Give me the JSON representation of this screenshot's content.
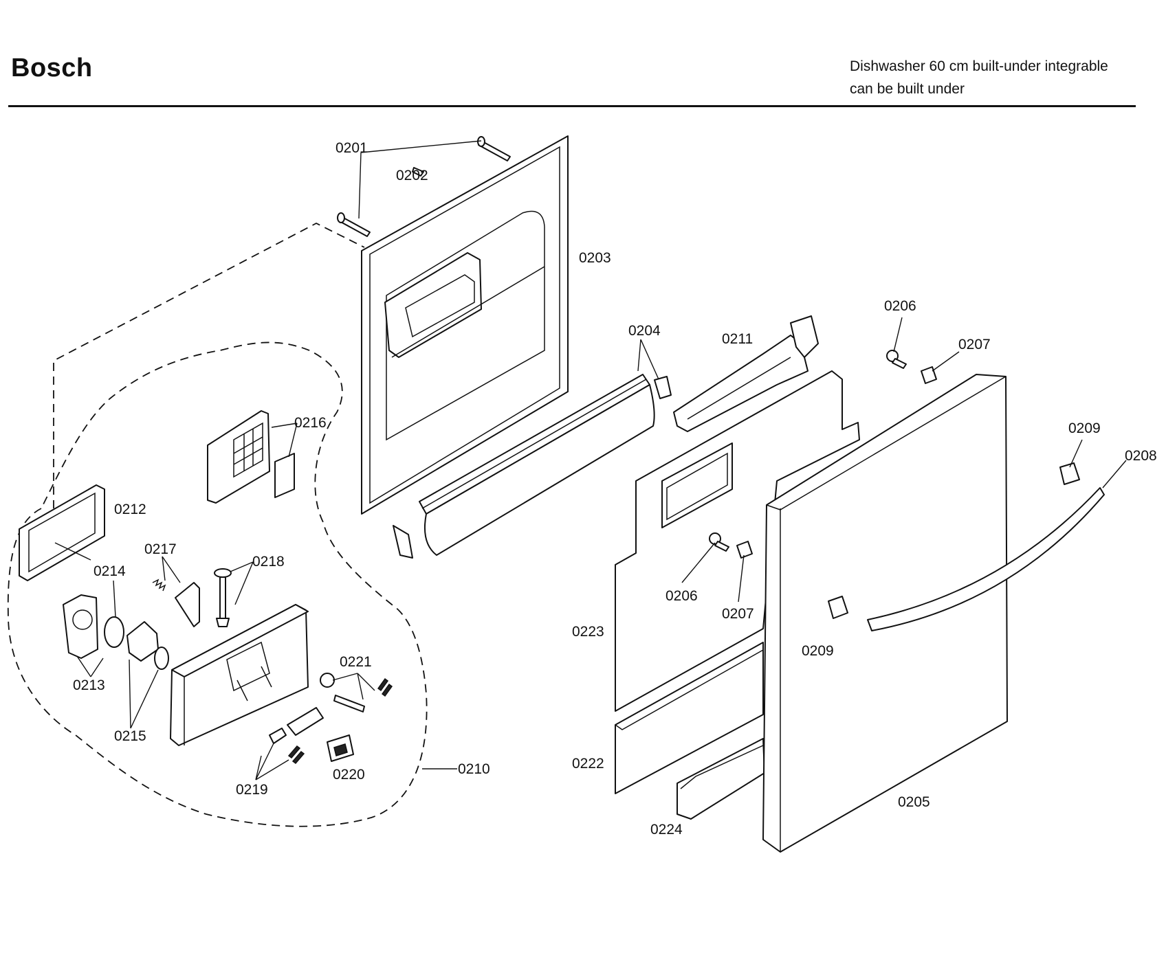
{
  "header": {
    "brand": "Bosch",
    "description_line1": "Dishwasher 60 cm built-under integrable",
    "description_line2": "can be built under"
  },
  "callouts": {
    "c0201": "0201",
    "c0202": "0202",
    "c0203": "0203",
    "c0204": "0204",
    "c0205": "0205",
    "c0206a": "0206",
    "c0206b": "0206",
    "c0207a": "0207",
    "c0207b": "0207",
    "c0208": "0208",
    "c0209a": "0209",
    "c0209b": "0209",
    "c0210": "0210",
    "c0211": "0211",
    "c0212": "0212",
    "c0213": "0213",
    "c0214": "0214",
    "c0215": "0215",
    "c0216": "0216",
    "c0217": "0217",
    "c0218": "0218",
    "c0219": "0219",
    "c0220": "0220",
    "c0221": "0221",
    "c0222": "0222",
    "c0223": "0223",
    "c0224": "0224"
  }
}
